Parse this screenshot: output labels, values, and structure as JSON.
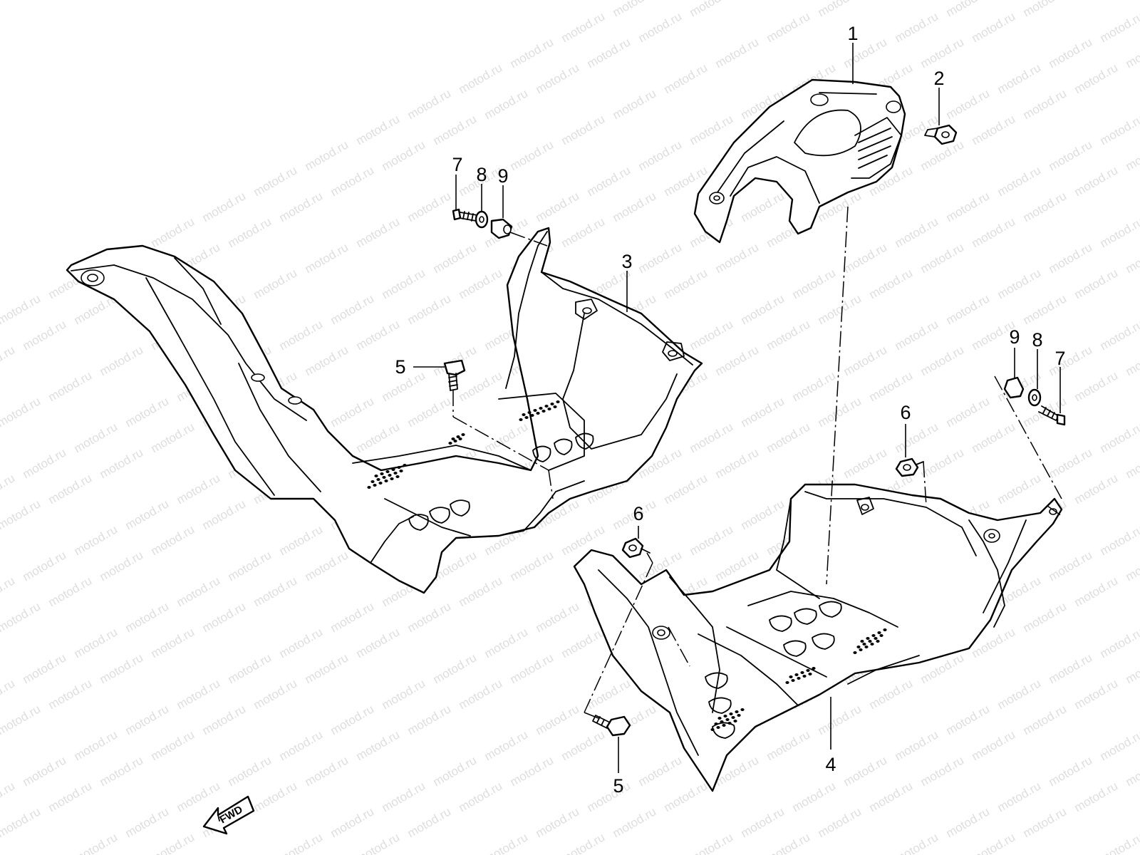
{
  "watermark": {
    "text": "motod.ru"
  },
  "direction_marker": {
    "label": "FWD"
  },
  "callouts": [
    {
      "id": "c1",
      "label": "1"
    },
    {
      "id": "c2",
      "label": "2"
    },
    {
      "id": "c3",
      "label": "3"
    },
    {
      "id": "c4",
      "label": "4"
    },
    {
      "id": "c5a",
      "label": "5"
    },
    {
      "id": "c5b",
      "label": "5"
    },
    {
      "id": "c6a",
      "label": "6"
    },
    {
      "id": "c6b",
      "label": "6"
    },
    {
      "id": "c7a",
      "label": "7"
    },
    {
      "id": "c7b",
      "label": "7"
    },
    {
      "id": "c8a",
      "label": "8"
    },
    {
      "id": "c8b",
      "label": "8"
    },
    {
      "id": "c9a",
      "label": "9"
    },
    {
      "id": "c9b",
      "label": "9"
    }
  ]
}
